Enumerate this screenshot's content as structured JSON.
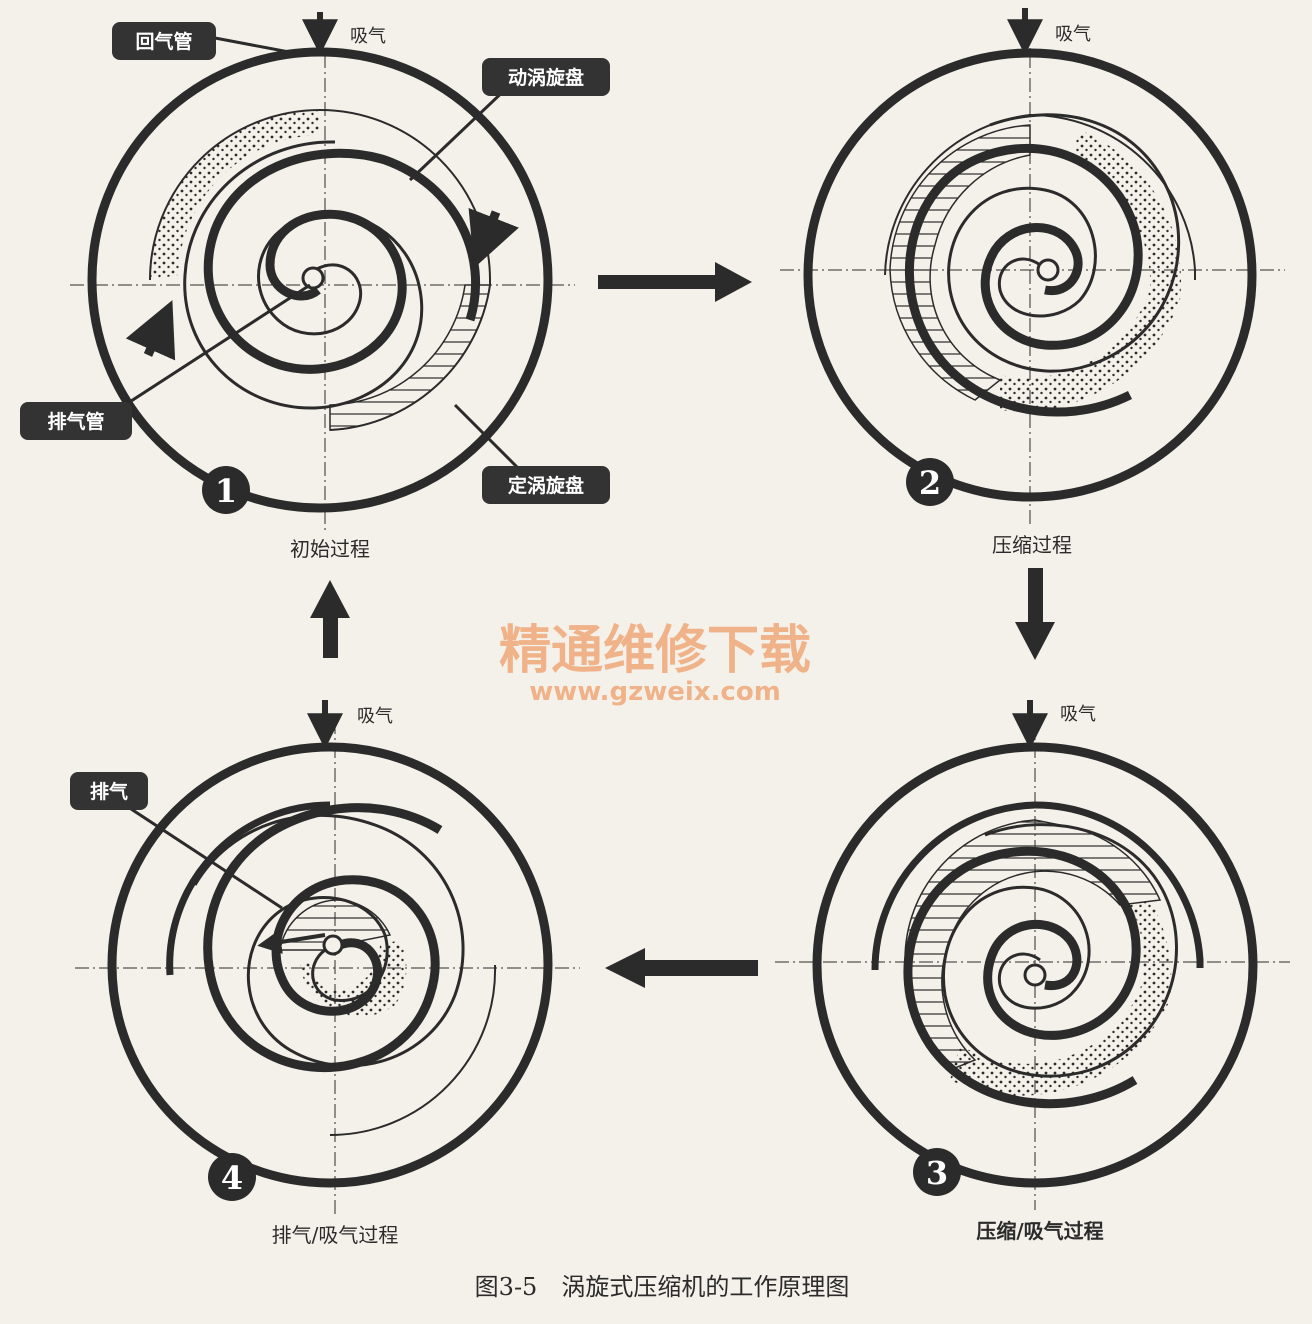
{
  "labels": {
    "return_pipe": "回气管",
    "discharge_pipe": "排气管",
    "orbiting_scroll": "动涡旋盘",
    "fixed_scroll": "定涡旋盘",
    "discharge": "排气",
    "intake": "吸气"
  },
  "panels": [
    {
      "number": "1",
      "caption": "初始过程"
    },
    {
      "number": "2",
      "caption": "压缩过程"
    },
    {
      "number": "3",
      "caption": "压缩/吸气过程"
    },
    {
      "number": "4",
      "caption": "排气/吸气过程"
    }
  ],
  "figure_caption": "图3-5　涡旋式压缩机的工作原理图",
  "watermark": {
    "title": "精通维修下载",
    "url": "www.gzweix.com",
    "color": "#f0a878"
  },
  "colors": {
    "ink": "#2b2b2b",
    "paper": "#f4f1ea",
    "tag_bg": "#333333"
  }
}
